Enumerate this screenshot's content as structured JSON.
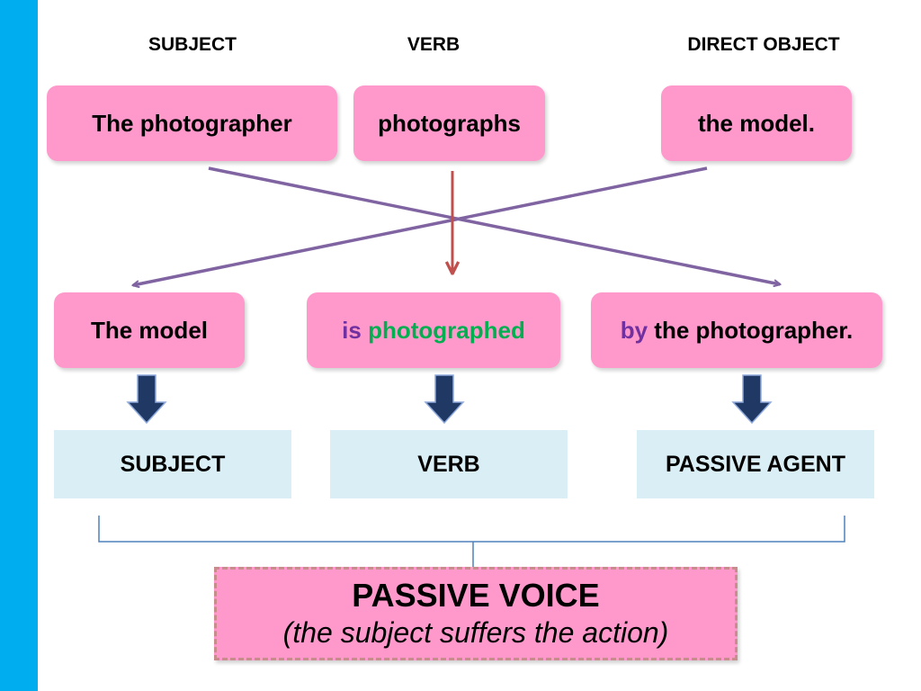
{
  "colors": {
    "side_bar": "#00aeef",
    "pink_box": "#ff99cc",
    "blue_box": "#daeef5",
    "purple_text": "#7030a0",
    "green_text": "#00b050",
    "cross_arrow": "#8064a2",
    "verb_arrow": "#c0504d",
    "down_arrow": "#1f3864",
    "bracket": "#4f81bd"
  },
  "active_labels": {
    "subject": "SUBJECT",
    "verb": "VERB",
    "object": "DIRECT OBJECT"
  },
  "active_sentence": {
    "subject": "The photographer",
    "verb": "photographs",
    "object": "the model."
  },
  "passive_sentence": {
    "subject": "The model",
    "verb_aux": "is",
    "verb_participle": "photographed",
    "agent_by": "by",
    "agent_rest": "the photographer."
  },
  "roles": {
    "subject": "SUBJECT",
    "verb": "VERB",
    "agent": "PASSIVE AGENT"
  },
  "summary": {
    "title": "PASSIVE VOICE",
    "subtitle": "(the subject suffers the action)"
  },
  "icons": {
    "cross_arrows": "arrow-icon",
    "down_arrows": "thick-down-arrow-icon"
  }
}
